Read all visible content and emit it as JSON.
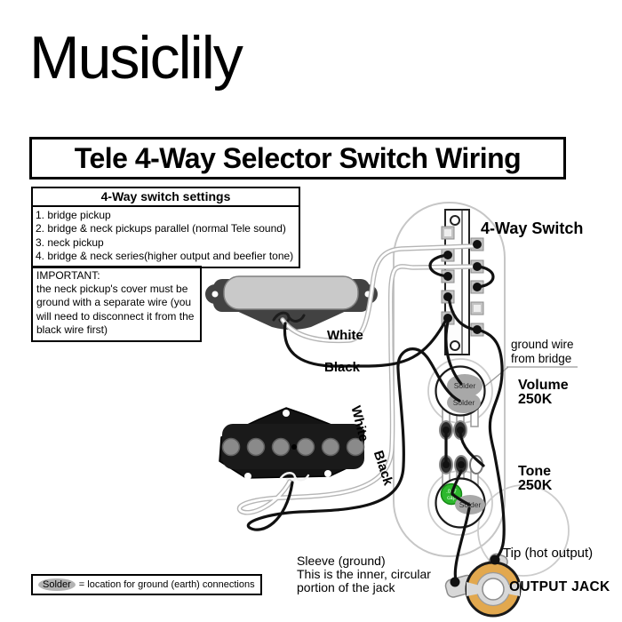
{
  "logo": "Musiclily",
  "title": "Tele 4-Way Selector Switch Wiring",
  "settings": {
    "header": "4-Way switch settings",
    "items": [
      "1. bridge pickup",
      "2. bridge & neck pickups parallel (normal Tele sound)",
      "3. neck pickup",
      "4. bridge & neck series(higher output and beefier tone)"
    ]
  },
  "important": {
    "heading": "IMPORTANT:",
    "body": "the neck pickup's cover must be ground with a separate wire (you will need to disconnect it from the black wire first)"
  },
  "wire_labels": {
    "neck_white": "White",
    "neck_black": "Black",
    "bridge_white": "White",
    "bridge_black": "Black"
  },
  "switch_label": "4-Way Switch",
  "ground_wire_note": [
    "ground wire",
    "from bridge"
  ],
  "volume_label": [
    "Volume",
    "250K"
  ],
  "tone_label": [
    "Tone",
    "250K"
  ],
  "tip_label": "Tip (hot output)",
  "sleeve_note": [
    "Sleeve (ground)",
    "This is the inner, circular",
    "portion of the jack"
  ],
  "output_jack_label": "OUTPUT JACK",
  "solder_label": "Solder",
  "cap_label": [
    ".047",
    "cap"
  ],
  "legend": {
    "solder": "Solder",
    "text": "= location for ground (earth) connections"
  },
  "colors": {
    "jack_ring": "#e2a84e",
    "cap_green": "#2db82d",
    "solder_blob": "#a8a8a8",
    "ghost": "#c6c6c6",
    "chrome": "#c9c9c9"
  }
}
